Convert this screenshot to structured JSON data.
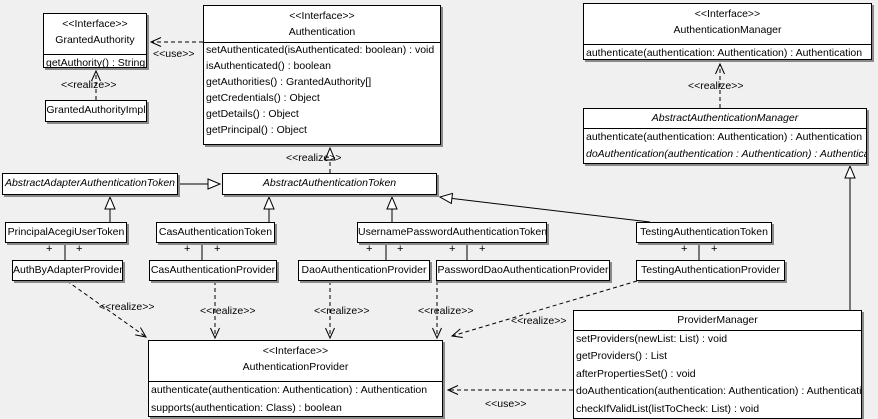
{
  "classes": {
    "granted_authority": {
      "stereotype": "<<Interface>>",
      "name": "GrantedAuthority",
      "methods": [
        "getAuthority() : String"
      ]
    },
    "granted_authority_impl": {
      "name": "GrantedAuthorityImpl"
    },
    "authentication": {
      "stereotype": "<<Interface>>",
      "name": "Authentication",
      "methods": [
        "setAuthenticated(isAuthenticated: boolean) : void",
        "isAuthenticated() : boolean",
        "getAuthorities() : GrantedAuthority[]",
        "getCredentials() : Object",
        "getDetails() : Object",
        "getPrincipal() : Object"
      ]
    },
    "authentication_manager": {
      "stereotype": "<<Interface>>",
      "name": "AuthenticationManager",
      "methods": [
        "authenticate(authentication: Authentication) : Authentication"
      ]
    },
    "abstract_authentication_manager": {
      "name": "AbstractAuthenticationManager",
      "methods": [
        "authenticate(authentication: Authentication) : Authentication",
        "doAuthentication(authentication : Authentication) : Authentication"
      ]
    },
    "abstract_adapter_authentication_token": {
      "name": "AbstractAdapterAuthenticationToken"
    },
    "abstract_authentication_token": {
      "name": "AbstractAuthenticationToken"
    },
    "principal_acegi_user_token": {
      "name": "PrincipalAcegiUserToken"
    },
    "cas_authentication_token": {
      "name": "CasAuthenticationToken"
    },
    "username_password_authentication_token": {
      "name": "UsernamePasswordAuthenticationToken"
    },
    "testing_authentication_token": {
      "name": "TestingAuthenticationToken"
    },
    "auth_by_adapter_provider": {
      "name": "AuthByAdapterProvider"
    },
    "cas_authentication_provider": {
      "name": "CasAuthenticationProvider"
    },
    "dao_authentication_provider": {
      "name": "DaoAuthenticationProvider"
    },
    "password_dao_authentication_provider": {
      "name": "PasswordDaoAuthenticationProvider"
    },
    "testing_authentication_provider": {
      "name": "TestingAuthenticationProvider"
    },
    "authentication_provider": {
      "stereotype": "<<Interface>>",
      "name": "AuthenticationProvider",
      "methods": [
        "authenticate(authentication: Authentication) : Authentication",
        "supports(authentication: Class) : boolean"
      ]
    },
    "provider_manager": {
      "name": "ProviderManager",
      "methods": [
        "setProviders(newList: List) : void",
        "getProviders() : List",
        "afterPropertiesSet() : void",
        "doAuthentication(authentication: Authentication) : Authentication",
        "checkIfValidList(listToCheck: List) : void"
      ]
    }
  },
  "edge_labels": {
    "use": "<<use>>",
    "realize": "<<realize>>",
    "plus": "+"
  },
  "colors": {
    "background": "#f0f0f0",
    "box_fill": "#ffffff",
    "line": "#000000"
  }
}
